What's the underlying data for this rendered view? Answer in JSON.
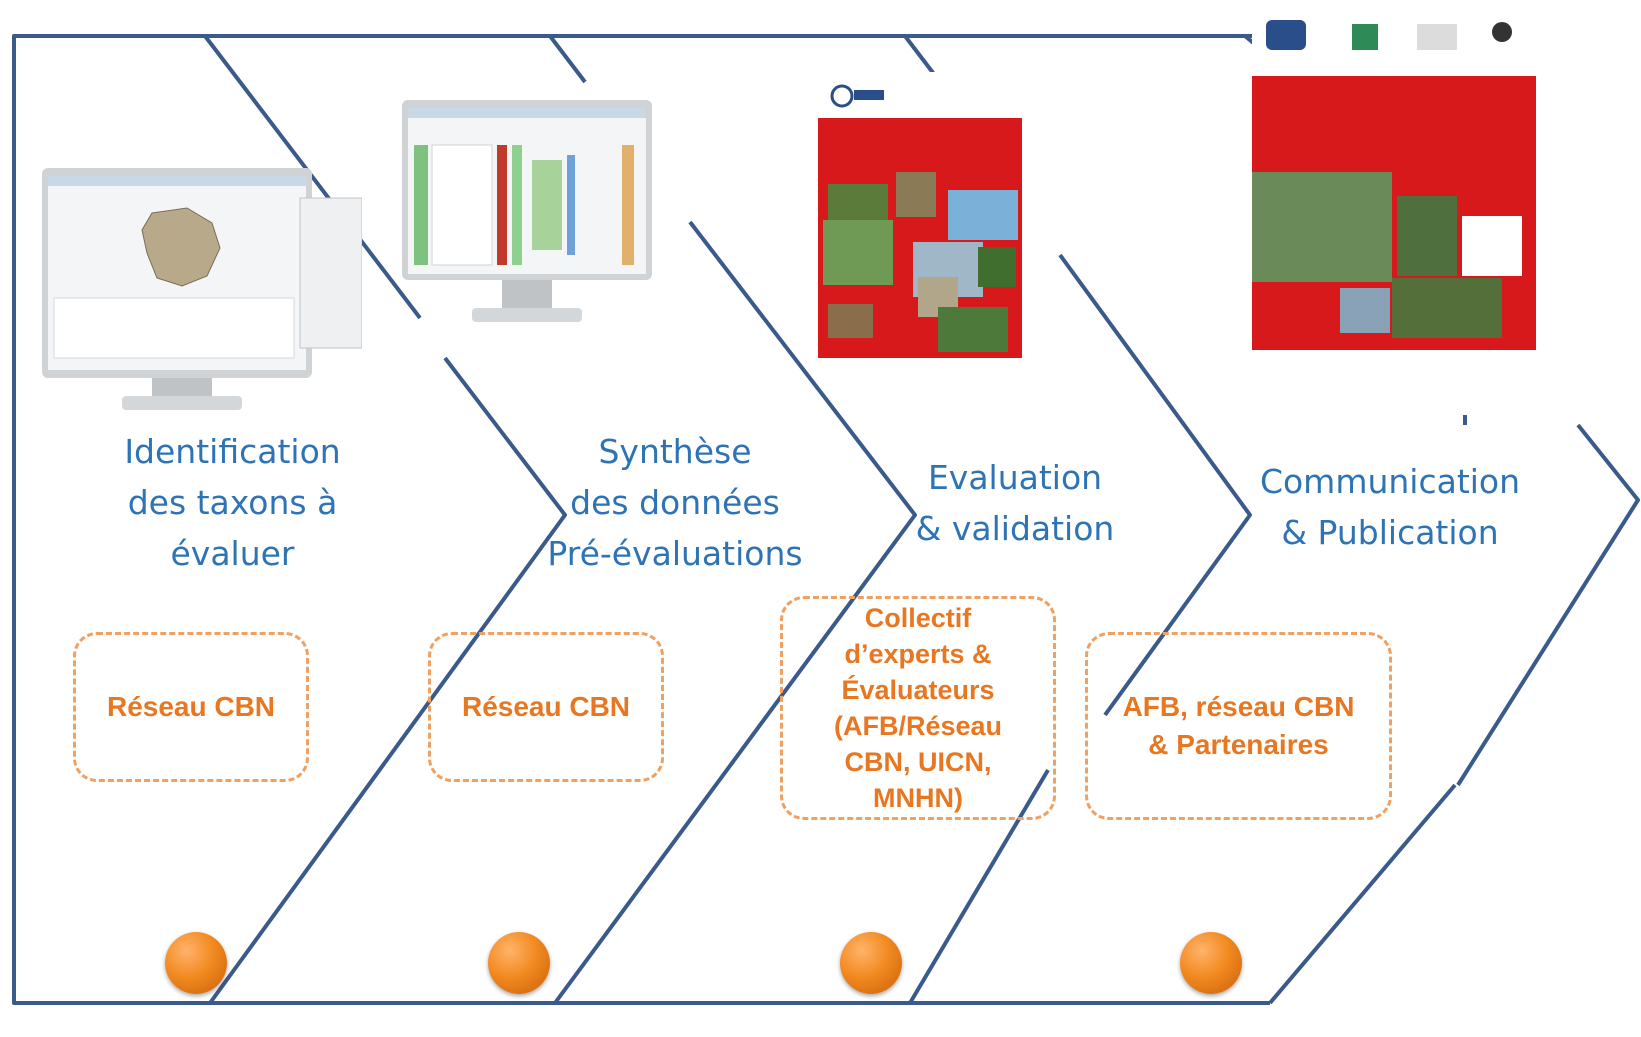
{
  "stages": [
    {
      "title": "Identification des taxons à évaluer",
      "title_lines": [
        "Identification",
        "des taxons à",
        "évaluer"
      ],
      "actor": "Réseau CBN",
      "illustration": "computer-monitor-map"
    },
    {
      "title": "Synthèse des données Pré-évaluations",
      "title_lines": [
        "Synthèse",
        "des données",
        "Pré-évaluations"
      ],
      "actor": "Réseau CBN",
      "illustration": "computer-monitor-table"
    },
    {
      "title": "Evaluation & validation",
      "title_lines": [
        "Evaluation",
        "& validation"
      ],
      "actor": "Collectif d’experts & Évaluateurs (AFB/Réseau CBN, UICN, MNHN)",
      "actor_lines": [
        "Collectif",
        "d’experts &",
        "Évaluateurs",
        "(AFB/Réseau",
        "CBN, UICN,",
        "MNHN)"
      ],
      "illustration": "uicn-guide-cover"
    },
    {
      "title": "Communication & Publication",
      "title_lines": [
        "Communication",
        "& Publication"
      ],
      "actor": "AFB, réseau CBN & Partenaires",
      "actor_lines": [
        "AFB, réseau CBN",
        "& Partenaires"
      ],
      "illustration": "red-list-report-cover"
    }
  ],
  "colors": {
    "chevron": "#3a5a8c",
    "title": "#2e74b5",
    "actor": "#e87722",
    "actor_border": "#f0a060",
    "milestone": "#f28a20",
    "cover_red": "#d7191c"
  }
}
